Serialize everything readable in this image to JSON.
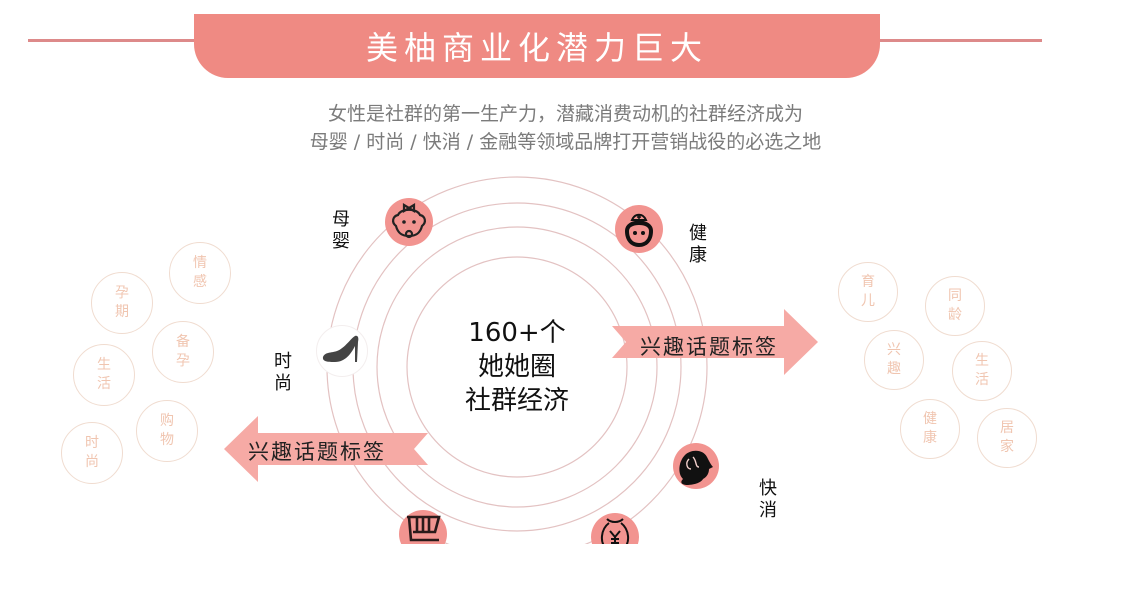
{
  "header": {
    "title": "美柚商业化潜力巨大"
  },
  "subtitle": {
    "line1": "女性是社群的第一生产力，潜藏消费动机的社群经济成为",
    "line2": "母婴 / 时尚 / 快消 / 金融等领域品牌打开营销战役的必选之地"
  },
  "center": {
    "count": "160+个",
    "line2": "她她圈",
    "line3": "社群经济"
  },
  "categories": [
    {
      "label": "母婴",
      "icon": "baby-face-icon"
    },
    {
      "label": "健康",
      "icon": "nurse-icon"
    },
    {
      "label": "时尚",
      "icon": "high-heel-icon"
    },
    {
      "label": "快消",
      "icon": "woman-profile-icon"
    },
    {
      "label": "",
      "icon": "shopping-cart-icon"
    },
    {
      "label": "",
      "icon": "money-bag-yen-icon"
    }
  ],
  "arrows": {
    "right_label": "兴趣话题标签",
    "left_label": "兴趣话题标签"
  },
  "left_tags": [
    "情感",
    "孕期",
    "备孕",
    "生活",
    "购物",
    "时尚"
  ],
  "right_tags": [
    "育儿",
    "同龄",
    "兴趣",
    "生活",
    "健康",
    "居家"
  ],
  "colors": {
    "banner": "#ef8a83",
    "line": "#dd8a8a",
    "arrow": "#f6aaa5",
    "icon_bg": "#f29490",
    "ring": "#e3c2c2",
    "tag_text": "#f0c5b0",
    "subtitle_text": "#7b7b7b"
  }
}
